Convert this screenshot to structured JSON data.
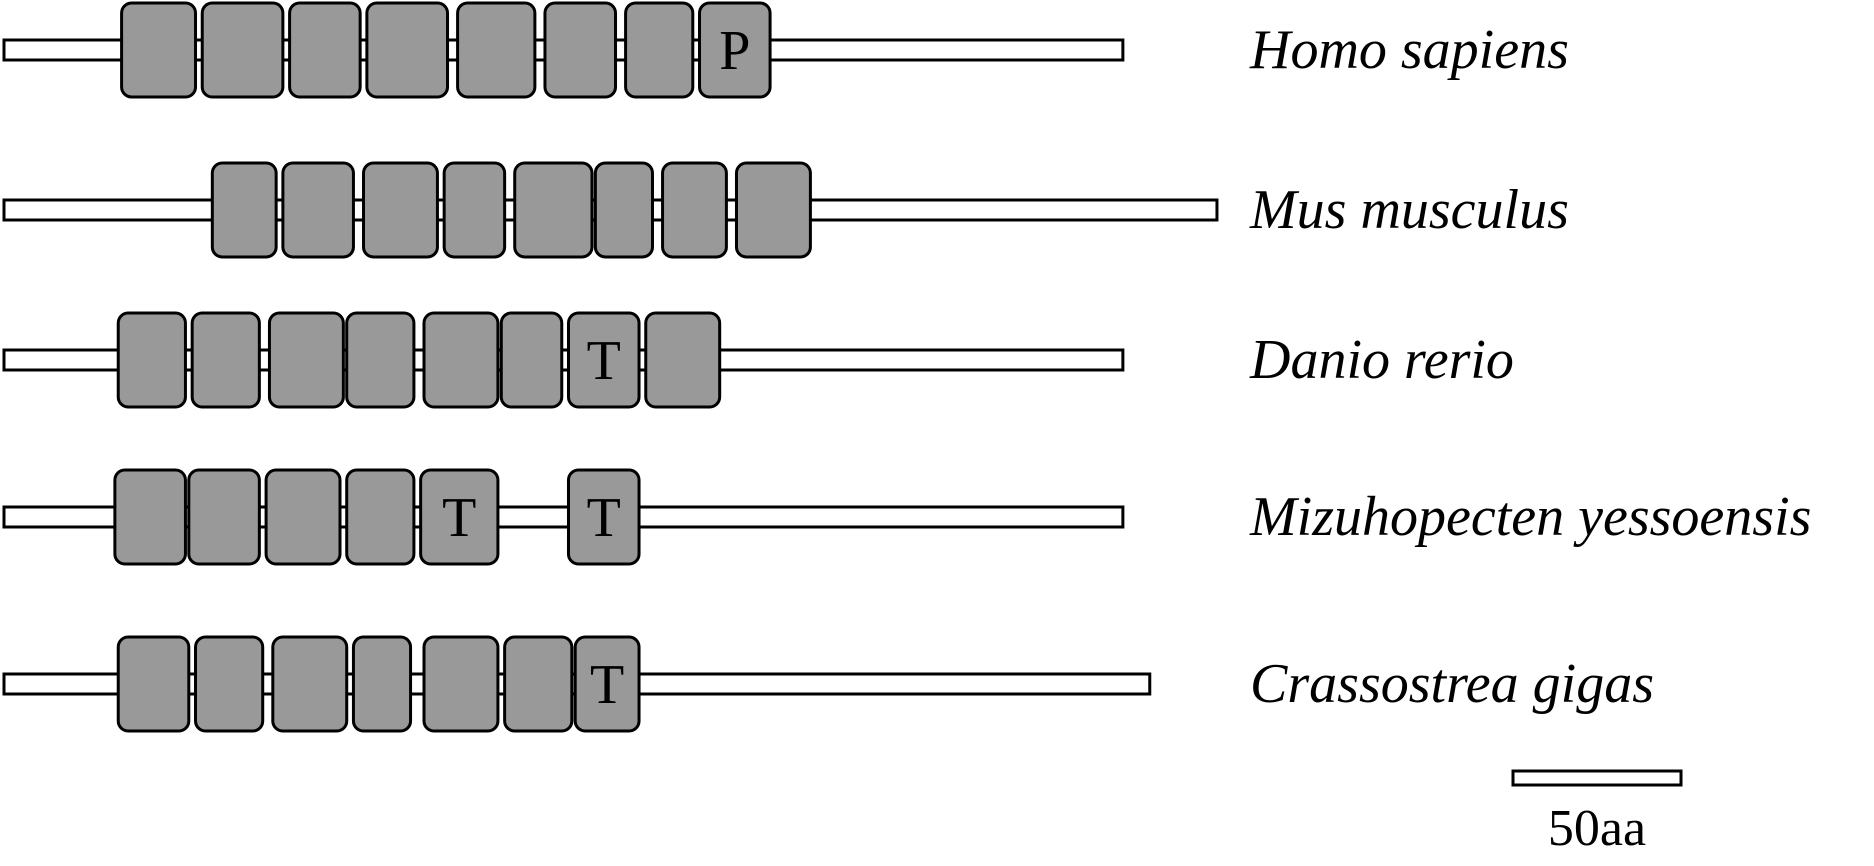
{
  "colors": {
    "domain_fill": "#999999",
    "backbone_fill": "#ffffff",
    "stroke": "#000000"
  },
  "proteins": [
    {
      "species": "Homo sapiens",
      "length_aa": 333,
      "domains": [
        {
          "start": 35,
          "end": 57,
          "label": ""
        },
        {
          "start": 59,
          "end": 83,
          "label": ""
        },
        {
          "start": 85,
          "end": 106,
          "label": ""
        },
        {
          "start": 108,
          "end": 132,
          "label": ""
        },
        {
          "start": 135,
          "end": 158,
          "label": ""
        },
        {
          "start": 161,
          "end": 182,
          "label": ""
        },
        {
          "start": 185,
          "end": 205,
          "label": ""
        },
        {
          "start": 207,
          "end": 228,
          "label": "P"
        }
      ]
    },
    {
      "species": "Mus musculus",
      "length_aa": 361,
      "domains": [
        {
          "start": 62,
          "end": 81,
          "label": ""
        },
        {
          "start": 83,
          "end": 104,
          "label": ""
        },
        {
          "start": 107,
          "end": 129,
          "label": ""
        },
        {
          "start": 131,
          "end": 149,
          "label": ""
        },
        {
          "start": 152,
          "end": 175,
          "label": ""
        },
        {
          "start": 176,
          "end": 193,
          "label": ""
        },
        {
          "start": 196,
          "end": 215,
          "label": ""
        },
        {
          "start": 218,
          "end": 240,
          "label": ""
        }
      ]
    },
    {
      "species": "Danio rerio",
      "length_aa": 333,
      "domains": [
        {
          "start": 34,
          "end": 54,
          "label": ""
        },
        {
          "start": 56,
          "end": 76,
          "label": ""
        },
        {
          "start": 79,
          "end": 101,
          "label": ""
        },
        {
          "start": 102,
          "end": 122,
          "label": ""
        },
        {
          "start": 125,
          "end": 147,
          "label": ""
        },
        {
          "start": 148,
          "end": 166,
          "label": ""
        },
        {
          "start": 168,
          "end": 189,
          "label": "T"
        },
        {
          "start": 191,
          "end": 213,
          "label": ""
        }
      ]
    },
    {
      "species": "Mizuhopecten yessoensis",
      "length_aa": 333,
      "domains": [
        {
          "start": 33,
          "end": 54,
          "label": ""
        },
        {
          "start": 55,
          "end": 76,
          "label": ""
        },
        {
          "start": 78,
          "end": 100,
          "label": ""
        },
        {
          "start": 102,
          "end": 122,
          "label": ""
        },
        {
          "start": 124,
          "end": 147,
          "label": "T"
        },
        {
          "start": 168,
          "end": 189,
          "label": "T"
        }
      ]
    },
    {
      "species": "Crassostrea gigas",
      "length_aa": 341,
      "domains": [
        {
          "start": 34,
          "end": 55,
          "label": ""
        },
        {
          "start": 57,
          "end": 77,
          "label": ""
        },
        {
          "start": 80,
          "end": 102,
          "label": ""
        },
        {
          "start": 104,
          "end": 121,
          "label": ""
        },
        {
          "start": 125,
          "end": 147,
          "label": ""
        },
        {
          "start": 149,
          "end": 169,
          "label": ""
        },
        {
          "start": 170,
          "end": 189,
          "label": "T"
        }
      ]
    }
  ],
  "scale_bar": {
    "length_aa": 50,
    "label": "50aa"
  }
}
